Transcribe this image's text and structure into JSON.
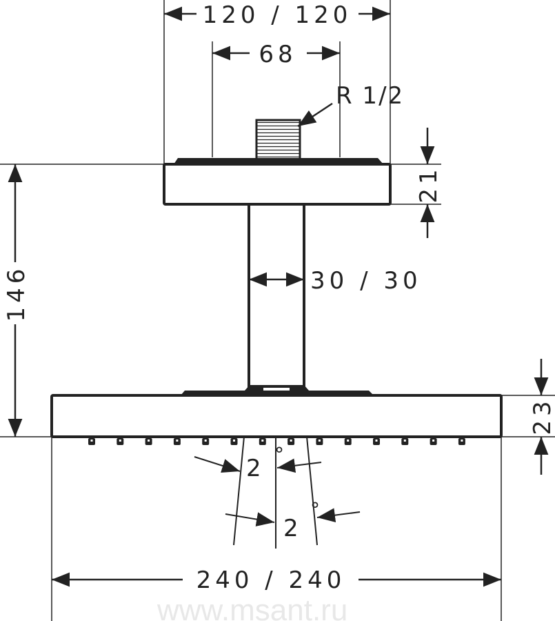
{
  "title": "Shower head ceiling mount dimension drawing",
  "dimensions": {
    "top_width": "120 / 120",
    "flange_holes": "68",
    "thread": "R 1/2",
    "mount_height": "21",
    "total_height": "146",
    "arm_width": "30 / 30",
    "head_height": "23",
    "angle_1": "2",
    "angle_2": "2",
    "degree": "°",
    "head_width": "240 / 240"
  },
  "watermark": "www.msant.ru",
  "colors": {
    "line": "#222222",
    "background": "#ffffff"
  }
}
